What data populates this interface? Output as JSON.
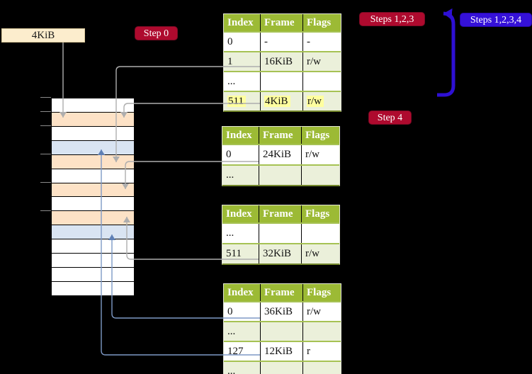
{
  "label_box": {
    "text": "4KiB"
  },
  "badges": {
    "step0": "Step 0",
    "steps123": "Steps 1,2,3",
    "steps1234": "Steps 1,2,3,4",
    "step4": "Step 4"
  },
  "tables": [
    {
      "headers": [
        "Index",
        "Frame",
        "Flags"
      ],
      "rows": [
        {
          "cells": [
            "0",
            "-",
            "-"
          ],
          "band": false,
          "highlight": false
        },
        {
          "cells": [
            "1",
            "16KiB",
            "r/w"
          ],
          "band": true,
          "highlight": false
        },
        {
          "cells": [
            "...",
            "",
            ""
          ],
          "band": false,
          "highlight": false
        },
        {
          "cells": [
            "511",
            "4KiB",
            "r/w"
          ],
          "band": true,
          "highlight": true
        }
      ]
    },
    {
      "headers": [
        "Index",
        "Frame",
        "Flags"
      ],
      "rows": [
        {
          "cells": [
            "0",
            "24KiB",
            "r/w"
          ],
          "band": false,
          "highlight": false
        },
        {
          "cells": [
            "...",
            "",
            ""
          ],
          "band": true,
          "highlight": false
        }
      ]
    },
    {
      "headers": [
        "Index",
        "Frame",
        "Flags"
      ],
      "rows": [
        {
          "cells": [
            "...",
            "",
            ""
          ],
          "band": false,
          "highlight": false
        },
        {
          "cells": [
            "511",
            "32KiB",
            "r/w"
          ],
          "band": true,
          "highlight": false
        }
      ]
    },
    {
      "headers": [
        "Index",
        "Frame",
        "Flags"
      ],
      "rows": [
        {
          "cells": [
            "0",
            "36KiB",
            "r/w"
          ],
          "band": false,
          "highlight": false
        },
        {
          "cells": [
            "...",
            "",
            ""
          ],
          "band": true,
          "highlight": false
        },
        {
          "cells": [
            "127",
            "12KiB",
            "r"
          ],
          "band": false,
          "highlight": false
        },
        {
          "cells": [
            "...",
            "",
            ""
          ],
          "band": true,
          "highlight": false
        }
      ]
    }
  ],
  "memory": {
    "rows": [
      "white",
      "orange",
      "white",
      "blue",
      "orange",
      "white",
      "orange",
      "white",
      "orange",
      "blue",
      "white",
      "white",
      "white",
      "white"
    ]
  },
  "colors": {
    "red_badge": "#ae0a2e",
    "blue_badge": "#3511d8",
    "table_header_green": "#9cba35",
    "table_band_green": "#ebf0da",
    "highlight_yellow": "#ffff9f",
    "memory_orange": "#fde2c6",
    "memory_blue": "#d9e4f2",
    "connector_gray": "#aeaeae",
    "connector_blue": "#7e99c6",
    "loop_arrow_blue": "#2e10d4",
    "label_box_cream": "#fcedcd"
  }
}
